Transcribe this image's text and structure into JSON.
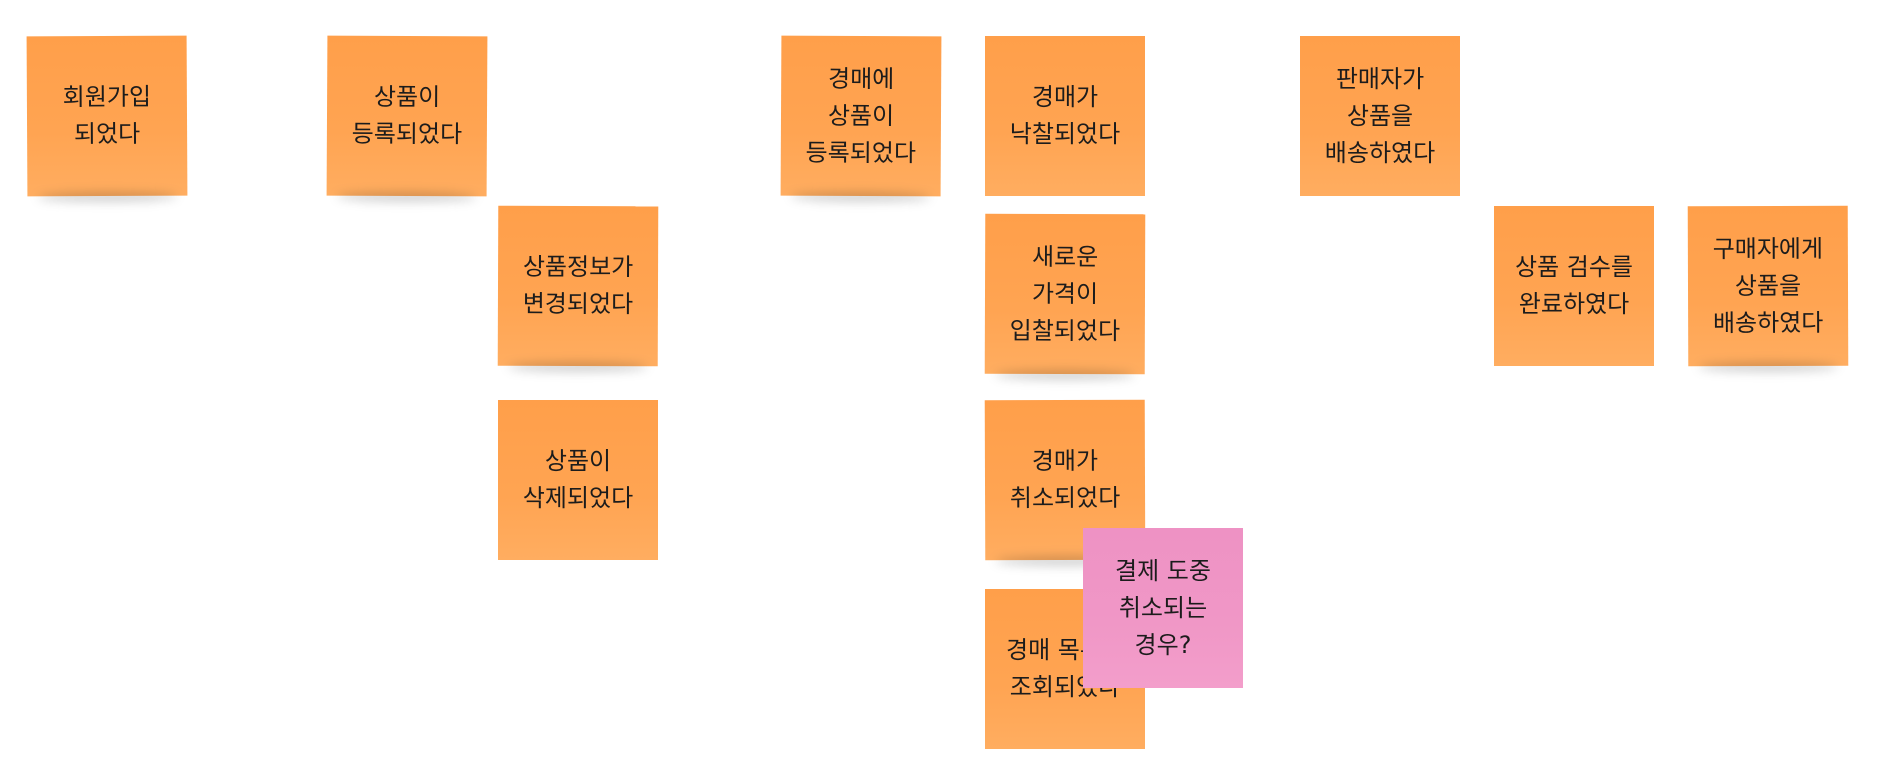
{
  "board": {
    "notes": [
      {
        "id": "signup",
        "text": "회원가입\n되었다",
        "color": "#ffa04c"
      },
      {
        "id": "product-registered",
        "text": "상품이\n등록되었다",
        "color": "#ffa04c"
      },
      {
        "id": "product-info-changed",
        "text": "상품정보가\n변경되었다",
        "color": "#ffa04c"
      },
      {
        "id": "product-deleted",
        "text": "상품이\n삭제되었다",
        "color": "#ffa04c"
      },
      {
        "id": "auction-product-registered",
        "text": "경매에\n상품이\n등록되었다",
        "color": "#ffa04c"
      },
      {
        "id": "auction-won",
        "text": "경매가\n낙찰되었다",
        "color": "#ffa04c"
      },
      {
        "id": "new-price-bid",
        "text": "새로운\n가격이\n입찰되었다",
        "color": "#ffa04c"
      },
      {
        "id": "auction-cancelled",
        "text": "경매가\n취소되었다",
        "color": "#ffa04c"
      },
      {
        "id": "auction-list-viewed",
        "text": "경매 목록이\n조회되었다",
        "color": "#ffa04c"
      },
      {
        "id": "payment-cancel-question",
        "text": "결제 도중\n취소되는\n경우?",
        "color": "#f097c6"
      },
      {
        "id": "seller-shipped",
        "text": "판매자가\n상품을\n배송하였다",
        "color": "#ffa04c"
      },
      {
        "id": "inspection-complete",
        "text": "상품 검수를\n완료하였다",
        "color": "#ffa04c"
      },
      {
        "id": "shipped-to-buyer",
        "text": "구매자에게\n상품을\n배송하였다",
        "color": "#ffa04c"
      }
    ]
  }
}
